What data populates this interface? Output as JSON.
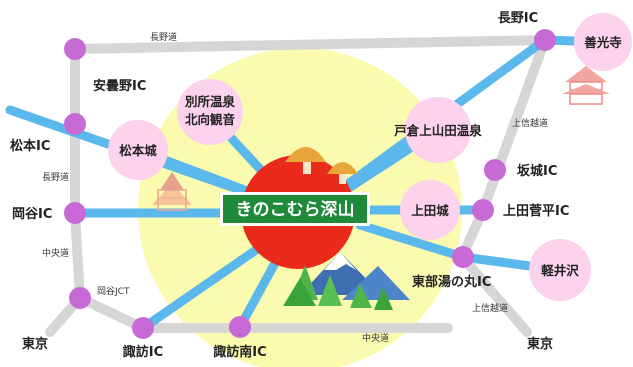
{
  "center": {
    "label": "きのこむら深山"
  },
  "spots": {
    "zenkoji": "善光寺",
    "bessho": [
      "別所温泉",
      "北向観音"
    ],
    "matsumoto_castle": "松本城",
    "togura": "戸倉上山田温泉",
    "ueda_castle": "上田城",
    "karuizawa": "軽井沢"
  },
  "interchanges": {
    "nagano": "長野IC",
    "azumino": "安曇野IC",
    "matsumoto": "松本IC",
    "okaya": "岡谷IC",
    "okaya_jct": "岡谷JCT",
    "suwa": "諏訪IC",
    "suwa_minami": "諏訪南IC",
    "sakaki": "坂城IC",
    "ueda_sugadaira": "上田菅平IC",
    "tobu_yunomaru": "東部湯の丸IC"
  },
  "destinations": {
    "tokyo_left": "東京",
    "tokyo_right": "東京"
  },
  "roads": {
    "nagano_top": "長野道",
    "nagano_left": "長野道",
    "chuo_left": "中央道",
    "chuo_bottom": "中央道",
    "joshinetsu_upper": "上信越道",
    "joshinetsu_lower": "上信越道"
  },
  "colors": {
    "highway": "#d6d6d6",
    "access_road": "#5ab8ec",
    "ic_node": "#c86ad6",
    "spot_bubble": "#fcd2ec",
    "glow": "#fbfbb0",
    "sun": "#ea2a1a",
    "sign": "#1f8a3a",
    "mushroom": "#e7a53a"
  }
}
